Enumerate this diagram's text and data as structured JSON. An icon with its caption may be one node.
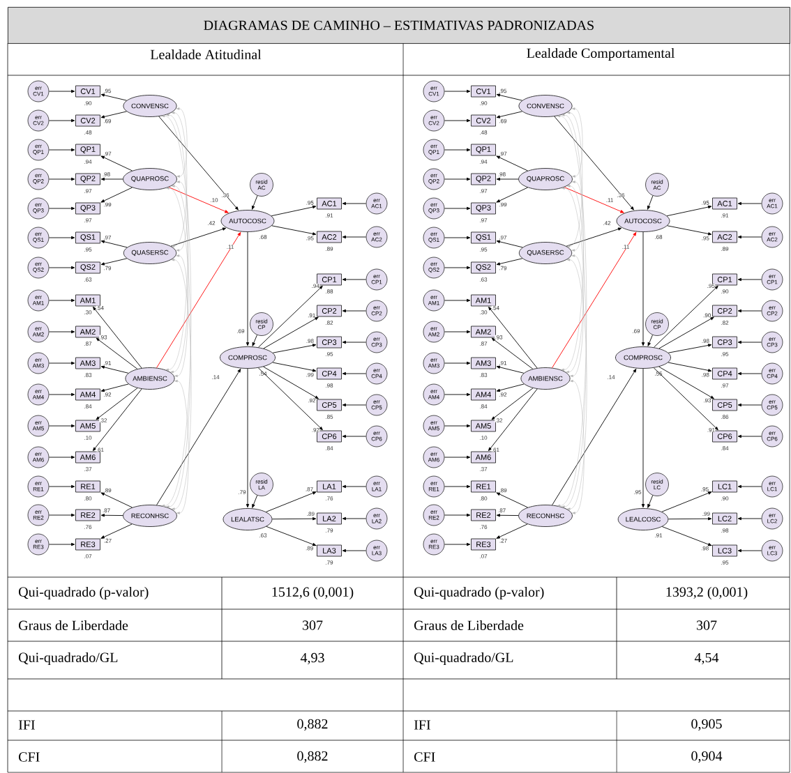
{
  "diagram": {
    "title": "DIAGRAMAS DE CAMINHO – ESTIMATIVAS PADRONIZADAS",
    "nodes": [
      {
        "text": [
          "CONVENSC"
        ]
      },
      {
        "text": [
          "QUAPROSC"
        ]
      },
      {
        "text": [
          "QUASERSC"
        ]
      },
      {
        "text": [
          "AMBIENSC"
        ]
      },
      {
        "text": [
          "RECONHSC"
        ]
      },
      {
        "text": [
          "AUTOCOSC"
        ],
        "beside": [
          ".68"
        ]
      },
      {
        "text": [
          "COMPROSC"
        ],
        "beside": [
          ".54"
        ]
      },
      {
        "text": [
          "LEALATSC"
        ],
        "beside": [
          ".63"
        ]
      },
      {
        "text": [
          "resid AC"
        ]
      },
      {
        "text": [
          "resid CP"
        ]
      },
      {
        "text": [
          "resid LA"
        ]
      },
      {
        "text": [
          "CV1"
        ],
        "beside": [
          ".90"
        ]
      },
      {
        "text": [
          "CV2"
        ],
        "beside": [
          ".48"
        ]
      },
      {
        "text": [
          "QP1"
        ],
        "beside": [
          ".94"
        ]
      },
      {
        "text": [
          "QP2"
        ],
        "beside": [
          ".97"
        ]
      },
      {
        "text": [
          "QP3"
        ],
        "beside": [
          ".97"
        ]
      },
      {
        "text": [
          "QS1"
        ],
        "beside": [
          ".95"
        ]
      },
      {
        "text": [
          "QS2"
        ],
        "beside": [
          ".63"
        ]
      },
      {
        "text": [
          "AM1"
        ],
        "beside": [
          ".30"
        ]
      },
      {
        "text": [
          "AM2"
        ],
        "beside": [
          ".87"
        ]
      },
      {
        "text": [
          "AM3"
        ],
        "beside": [
          ".83"
        ]
      },
      {
        "text": [
          "AM4"
        ],
        "beside": [
          ".84"
        ]
      },
      {
        "text": [
          "AM5"
        ],
        "beside": [
          ".10"
        ]
      },
      {
        "text": [
          "AM6"
        ],
        "beside": [
          ".37"
        ]
      },
      {
        "text": [
          "RE1"
        ],
        "beside": [
          ".80"
        ]
      },
      {
        "text": [
          "RE2"
        ],
        "beside": [
          ".76"
        ]
      },
      {
        "text": [
          "RE3"
        ],
        "beside": [
          ".07"
        ]
      },
      {
        "text": [
          "err CV1"
        ]
      },
      {
        "text": [
          "err CV2"
        ]
      },
      {
        "text": [
          "err QP1"
        ]
      },
      {
        "text": [
          "err QP2"
        ]
      },
      {
        "text": [
          "err QP3"
        ]
      },
      {
        "text": [
          "err QS1"
        ]
      },
      {
        "text": [
          "err QS2"
        ]
      },
      {
        "text": [
          "err AM1"
        ]
      },
      {
        "text": [
          "err AM2"
        ]
      },
      {
        "text": [
          "err AM3"
        ]
      },
      {
        "text": [
          "err AM4"
        ]
      },
      {
        "text": [
          "err AM5"
        ]
      },
      {
        "text": [
          "err AM6"
        ]
      },
      {
        "text": [
          "err RE1"
        ]
      },
      {
        "text": [
          "err RE2"
        ]
      },
      {
        "text": [
          "err RE3"
        ]
      },
      {
        "text": [
          "AC1"
        ],
        "beside": [
          ".91"
        ]
      },
      {
        "text": [
          "AC2"
        ],
        "beside": [
          ".89"
        ]
      },
      {
        "text": [
          "CP1"
        ],
        "beside": [
          ".88"
        ]
      },
      {
        "text": [
          "CP2"
        ],
        "beside": [
          ".82"
        ]
      },
      {
        "text": [
          "CP3"
        ],
        "beside": [
          ".95"
        ]
      },
      {
        "text": [
          "CP4"
        ],
        "beside": [
          ".98"
        ]
      },
      {
        "text": [
          "CP5"
        ],
        "beside": [
          ".85"
        ]
      },
      {
        "text": [
          "CP6"
        ],
        "beside": [
          ".84"
        ]
      },
      {
        "text": [
          "LA1"
        ],
        "beside": [
          ".76"
        ]
      },
      {
        "text": [
          "LA2"
        ],
        "beside": [
          ".79"
        ]
      },
      {
        "text": [
          "LA3"
        ],
        "beside": [
          ".79"
        ]
      },
      {
        "text": [
          "err AC1"
        ]
      },
      {
        "text": [
          "err AC2"
        ]
      },
      {
        "text": [
          "err CP1"
        ]
      },
      {
        "text": [
          "err CP2"
        ]
      },
      {
        "text": [
          "err CP3"
        ]
      },
      {
        "text": [
          "err CP4"
        ]
      },
      {
        "text": [
          "err CP5"
        ]
      },
      {
        "text": [
          "err CP6"
        ]
      },
      {
        "text": [
          "err LA1"
        ]
      },
      {
        "text": [
          "err LA2"
        ]
      },
      {
        "text": [
          "err LA3"
        ]
      },
      {
        "text": [
          "CONVENSC"
        ]
      },
      {
        "text": [
          "QUAPROSC"
        ]
      },
      {
        "text": [
          "QUASERSC"
        ]
      },
      {
        "text": [
          "AMBIENSC"
        ]
      },
      {
        "text": [
          "RECONHSC"
        ]
      },
      {
        "text": [
          "AUTOCOSC"
        ],
        "beside": [
          ".68"
        ]
      },
      {
        "text": [
          "COMPROSC"
        ],
        "beside": [
          ".55"
        ]
      },
      {
        "text": [
          "LEALCOSC"
        ],
        "beside": [
          ".91"
        ]
      },
      {
        "text": [
          "resid AC"
        ]
      },
      {
        "text": [
          "resid CP"
        ]
      },
      {
        "text": [
          "resid LC"
        ]
      },
      {
        "text": [
          "CV1"
        ],
        "beside": [
          ".90"
        ]
      },
      {
        "text": [
          "CV2"
        ],
        "beside": [
          ".48"
        ]
      },
      {
        "text": [
          "QP1"
        ],
        "beside": [
          ".94"
        ]
      },
      {
        "text": [
          "QP2"
        ],
        "beside": [
          ".97"
        ]
      },
      {
        "text": [
          "QP3"
        ],
        "beside": [
          ".97"
        ]
      },
      {
        "text": [
          "QS1"
        ],
        "beside": [
          ".95"
        ]
      },
      {
        "text": [
          "QS2"
        ],
        "beside": [
          ".63"
        ]
      },
      {
        "text": [
          "AM1"
        ],
        "beside": [
          ".30"
        ]
      },
      {
        "text": [
          "AM2"
        ],
        "beside": [
          ".87"
        ]
      },
      {
        "text": [
          "AM3"
        ],
        "beside": [
          ".83"
        ]
      },
      {
        "text": [
          "AM4"
        ],
        "beside": [
          ".84"
        ]
      },
      {
        "text": [
          "AM5"
        ],
        "beside": [
          ".10"
        ]
      },
      {
        "text": [
          "AM6"
        ],
        "beside": [
          ".37"
        ]
      },
      {
        "text": [
          "RE1"
        ],
        "beside": [
          ".80"
        ]
      },
      {
        "text": [
          "RE2"
        ],
        "beside": [
          ".76"
        ]
      },
      {
        "text": [
          "RE3"
        ],
        "beside": [
          ".07"
        ]
      },
      {
        "text": [
          "err CV1"
        ]
      },
      {
        "text": [
          "err CV2"
        ]
      },
      {
        "text": [
          "err QP1"
        ]
      },
      {
        "text": [
          "err QP2"
        ]
      },
      {
        "text": [
          "err QP3"
        ]
      },
      {
        "text": [
          "err QS1"
        ]
      },
      {
        "text": [
          "err QS2"
        ]
      },
      {
        "text": [
          "err AM1"
        ]
      },
      {
        "text": [
          "err AM2"
        ]
      },
      {
        "text": [
          "err AM3"
        ]
      },
      {
        "text": [
          "err AM4"
        ]
      },
      {
        "text": [
          "err AM5"
        ]
      },
      {
        "text": [
          "err AM6"
        ]
      },
      {
        "text": [
          "err RE1"
        ]
      },
      {
        "text": [
          "err RE2"
        ]
      },
      {
        "text": [
          "err RE3"
        ]
      },
      {
        "text": [
          "AC1"
        ],
        "beside": [
          ".91"
        ]
      },
      {
        "text": [
          "AC2"
        ],
        "beside": [
          ".89"
        ]
      },
      {
        "text": [
          "CP1"
        ],
        "beside": [
          ".90"
        ]
      },
      {
        "text": [
          "CP2"
        ],
        "beside": [
          ".82"
        ]
      },
      {
        "text": [
          "CP3"
        ],
        "beside": [
          ".95"
        ]
      },
      {
        "text": [
          "CP4"
        ],
        "beside": [
          ".97"
        ]
      },
      {
        "text": [
          "CP5"
        ],
        "beside": [
          ".86"
        ]
      },
      {
        "text": [
          "CP6"
        ],
        "beside": [
          ".84"
        ]
      },
      {
        "text": [
          "LC1"
        ],
        "beside": [
          ".90"
        ]
      },
      {
        "text": [
          "LC2"
        ],
        "beside": [
          ".98"
        ]
      },
      {
        "text": [
          "LC3"
        ],
        "beside": [
          ".95"
        ]
      },
      {
        "text": [
          "err AC1"
        ]
      },
      {
        "text": [
          "err AC2"
        ]
      },
      {
        "text": [
          "err CP1"
        ]
      },
      {
        "text": [
          "err CP2"
        ]
      },
      {
        "text": [
          "err CP3"
        ]
      },
      {
        "text": [
          "err CP4"
        ]
      },
      {
        "text": [
          "err CP5"
        ]
      },
      {
        "text": [
          "err CP6"
        ]
      },
      {
        "text": [
          "err LC1"
        ]
      },
      {
        "text": [
          "err LC2"
        ]
      },
      {
        "text": [
          "err LC3"
        ]
      }
    ],
    "edges": [
      {
        "from": 27,
        "to": 11,
        "arrow": "to"
      },
      {
        "from": 28,
        "to": 12,
        "arrow": "to"
      },
      {
        "from": 29,
        "to": 13,
        "arrow": "to"
      },
      {
        "from": 30,
        "to": 14,
        "arrow": "to"
      },
      {
        "from": 31,
        "to": 15,
        "arrow": "to"
      },
      {
        "from": 32,
        "to": 16,
        "arrow": "to"
      },
      {
        "from": 33,
        "to": 17,
        "arrow": "to"
      },
      {
        "from": 34,
        "to": 18,
        "arrow": "to"
      },
      {
        "from": 35,
        "to": 19,
        "arrow": "to"
      },
      {
        "from": 36,
        "to": 20,
        "arrow": "to"
      },
      {
        "from": 37,
        "to": 21,
        "arrow": "to"
      },
      {
        "from": 38,
        "to": 22,
        "arrow": "to"
      },
      {
        "from": 39,
        "to": 23,
        "arrow": "to"
      },
      {
        "from": 40,
        "to": 24,
        "arrow": "to"
      },
      {
        "from": 41,
        "to": 25,
        "arrow": "to"
      },
      {
        "from": 42,
        "to": 26,
        "arrow": "to"
      },
      {
        "from": 54,
        "to": 43,
        "arrow": "to"
      },
      {
        "from": 55,
        "to": 44,
        "arrow": "to"
      },
      {
        "from": 56,
        "to": 45,
        "arrow": "to"
      },
      {
        "from": 57,
        "to": 46,
        "arrow": "to"
      },
      {
        "from": 58,
        "to": 47,
        "arrow": "to"
      },
      {
        "from": 59,
        "to": 48,
        "arrow": "to"
      },
      {
        "from": 60,
        "to": 49,
        "arrow": "to"
      },
      {
        "from": 61,
        "to": 50,
        "arrow": "to"
      },
      {
        "from": 62,
        "to": 51,
        "arrow": "to"
      },
      {
        "from": 63,
        "to": 52,
        "arrow": "to"
      },
      {
        "from": 64,
        "to": 53,
        "arrow": "to"
      },
      {
        "from": 0,
        "to": 11,
        "arrow": "to",
        "label": ".95"
      },
      {
        "from": 0,
        "to": 12,
        "arrow": "to",
        "label": ".69"
      },
      {
        "from": 1,
        "to": 13,
        "arrow": "to",
        "label": ".97"
      },
      {
        "from": 1,
        "to": 14,
        "arrow": "to",
        "label": ".98"
      },
      {
        "from": 1,
        "to": 15,
        "arrow": "to",
        "label": ".99"
      },
      {
        "from": 2,
        "to": 16,
        "arrow": "to",
        "label": ".97"
      },
      {
        "from": 2,
        "to": 17,
        "arrow": "to",
        "label": ".79"
      },
      {
        "from": 3,
        "to": 18,
        "arrow": "to",
        "label": ".54"
      },
      {
        "from": 3,
        "to": 19,
        "arrow": "to",
        "label": ".93"
      },
      {
        "from": 3,
        "to": 20,
        "arrow": "to",
        "label": ".91"
      },
      {
        "from": 3,
        "to": 21,
        "arrow": "to",
        "label": ".92"
      },
      {
        "from": 3,
        "to": 22,
        "arrow": "to",
        "label": ".32"
      },
      {
        "from": 3,
        "to": 23,
        "arrow": "to",
        "label": ".61"
      },
      {
        "from": 4,
        "to": 24,
        "arrow": "to",
        "label": ".89"
      },
      {
        "from": 4,
        "to": 25,
        "arrow": "to",
        "label": ".87"
      },
      {
        "from": 4,
        "to": 26,
        "arrow": "to",
        "label": ".27"
      },
      {
        "from": 5,
        "to": 43,
        "arrow": "to",
        "label": ".95"
      },
      {
        "from": 5,
        "to": 44,
        "arrow": "to",
        "label": ".95"
      },
      {
        "from": 6,
        "to": 45,
        "arrow": "to",
        "label": ".94"
      },
      {
        "from": 6,
        "to": 46,
        "arrow": "to",
        "label": ".91"
      },
      {
        "from": 6,
        "to": 47,
        "arrow": "to",
        "label": ".98"
      },
      {
        "from": 6,
        "to": 48,
        "arrow": "to",
        "label": ".99"
      },
      {
        "from": 6,
        "to": 49,
        "arrow": "to",
        "label": ".92"
      },
      {
        "from": 6,
        "to": 50,
        "arrow": "to",
        "label": ".92"
      },
      {
        "from": 7,
        "to": 51,
        "arrow": "to",
        "label": ".87"
      },
      {
        "from": 7,
        "to": 52,
        "arrow": "to",
        "label": ".89"
      },
      {
        "from": 7,
        "to": 53,
        "arrow": "to",
        "label": ".89"
      },
      {
        "from": 8,
        "to": 5,
        "arrow": "to"
      },
      {
        "from": 9,
        "to": 6,
        "arrow": "to"
      },
      {
        "from": 10,
        "to": 7,
        "arrow": "to"
      },
      {
        "from": 0,
        "to": 5,
        "arrow": "to",
        "label": ".36"
      },
      {
        "from": 1,
        "to": 5,
        "arrow": "to",
        "label": ".10",
        "color": "#ff0000"
      },
      {
        "from": 2,
        "to": 5,
        "arrow": "to",
        "label": ".42"
      },
      {
        "from": 3,
        "to": 5,
        "arrow": "to",
        "label": ".11",
        "color": "#ff0000"
      },
      {
        "from": 5,
        "to": 6,
        "arrow": "to",
        "label": ".69"
      },
      {
        "from": 4,
        "to": 6,
        "arrow": "to",
        "label": ".14"
      },
      {
        "from": 6,
        "to": 7,
        "arrow": "to",
        "label": ".79"
      },
      {
        "from": 0,
        "to": 1,
        "arrow": "both",
        "color": "#b4b4b4"
      },
      {
        "from": 0,
        "to": 2,
        "arrow": "both",
        "color": "#b4b4b4"
      },
      {
        "from": 0,
        "to": 3,
        "arrow": "both",
        "color": "#b4b4b4"
      },
      {
        "from": 0,
        "to": 4,
        "arrow": "both",
        "color": "#b4b4b4"
      },
      {
        "from": 1,
        "to": 2,
        "arrow": "both",
        "color": "#b4b4b4"
      },
      {
        "from": 1,
        "to": 3,
        "arrow": "both",
        "color": "#b4b4b4"
      },
      {
        "from": 1,
        "to": 4,
        "arrow": "both",
        "color": "#b4b4b4"
      },
      {
        "from": 2,
        "to": 3,
        "arrow": "both",
        "color": "#b4b4b4"
      },
      {
        "from": 2,
        "to": 4,
        "arrow": "both",
        "color": "#b4b4b4"
      },
      {
        "from": 3,
        "to": 4,
        "arrow": "both",
        "color": "#b4b4b4"
      },
      {
        "from": 92,
        "to": 76,
        "arrow": "to"
      },
      {
        "from": 93,
        "to": 77,
        "arrow": "to"
      },
      {
        "from": 94,
        "to": 78,
        "arrow": "to"
      },
      {
        "from": 95,
        "to": 79,
        "arrow": "to"
      },
      {
        "from": 96,
        "to": 80,
        "arrow": "to"
      },
      {
        "from": 97,
        "to": 81,
        "arrow": "to"
      },
      {
        "from": 98,
        "to": 82,
        "arrow": "to"
      },
      {
        "from": 99,
        "to": 83,
        "arrow": "to"
      },
      {
        "from": 100,
        "to": 84,
        "arrow": "to"
      },
      {
        "from": 101,
        "to": 85,
        "arrow": "to"
      },
      {
        "from": 102,
        "to": 86,
        "arrow": "to"
      },
      {
        "from": 103,
        "to": 87,
        "arrow": "to"
      },
      {
        "from": 104,
        "to": 88,
        "arrow": "to"
      },
      {
        "from": 105,
        "to": 89,
        "arrow": "to"
      },
      {
        "from": 106,
        "to": 90,
        "arrow": "to"
      },
      {
        "from": 107,
        "to": 91,
        "arrow": "to"
      },
      {
        "from": 119,
        "to": 108,
        "arrow": "to"
      },
      {
        "from": 120,
        "to": 109,
        "arrow": "to"
      },
      {
        "from": 121,
        "to": 110,
        "arrow": "to"
      },
      {
        "from": 122,
        "to": 111,
        "arrow": "to"
      },
      {
        "from": 123,
        "to": 112,
        "arrow": "to"
      },
      {
        "from": 124,
        "to": 113,
        "arrow": "to"
      },
      {
        "from": 125,
        "to": 114,
        "arrow": "to"
      },
      {
        "from": 126,
        "to": 115,
        "arrow": "to"
      },
      {
        "from": 127,
        "to": 116,
        "arrow": "to"
      },
      {
        "from": 128,
        "to": 117,
        "arrow": "to"
      },
      {
        "from": 129,
        "to": 118,
        "arrow": "to"
      },
      {
        "from": 65,
        "to": 76,
        "arrow": "to",
        "label": ".95"
      },
      {
        "from": 65,
        "to": 77,
        "arrow": "to",
        "label": ".69"
      },
      {
        "from": 66,
        "to": 78,
        "arrow": "to",
        "label": ".97"
      },
      {
        "from": 66,
        "to": 79,
        "arrow": "to",
        "label": ".98"
      },
      {
        "from": 66,
        "to": 80,
        "arrow": "to",
        "label": ".99"
      },
      {
        "from": 67,
        "to": 81,
        "arrow": "to",
        "label": ".97"
      },
      {
        "from": 67,
        "to": 82,
        "arrow": "to",
        "label": ".79"
      },
      {
        "from": 68,
        "to": 83,
        "arrow": "to",
        "label": ".54"
      },
      {
        "from": 68,
        "to": 84,
        "arrow": "to",
        "label": ".93"
      },
      {
        "from": 68,
        "to": 85,
        "arrow": "to",
        "label": ".91"
      },
      {
        "from": 68,
        "to": 86,
        "arrow": "to",
        "label": ".92"
      },
      {
        "from": 68,
        "to": 87,
        "arrow": "to",
        "label": ".32"
      },
      {
        "from": 68,
        "to": 88,
        "arrow": "to",
        "label": ".61"
      },
      {
        "from": 69,
        "to": 89,
        "arrow": "to",
        "label": ".89"
      },
      {
        "from": 69,
        "to": 90,
        "arrow": "to",
        "label": ".87"
      },
      {
        "from": 69,
        "to": 91,
        "arrow": "to",
        "label": ".27"
      },
      {
        "from": 70,
        "to": 108,
        "arrow": "to",
        "label": ".95"
      },
      {
        "from": 70,
        "to": 109,
        "arrow": "to",
        "label": ".95"
      },
      {
        "from": 71,
        "to": 110,
        "arrow": "to",
        "label": ".95"
      },
      {
        "from": 71,
        "to": 111,
        "arrow": "to",
        "label": ".90"
      },
      {
        "from": 71,
        "to": 112,
        "arrow": "to",
        "label": ".98"
      },
      {
        "from": 71,
        "to": 113,
        "arrow": "to",
        "label": ".98"
      },
      {
        "from": 71,
        "to": 114,
        "arrow": "to",
        "label": ".93"
      },
      {
        "from": 71,
        "to": 115,
        "arrow": "to",
        "label": ".91"
      },
      {
        "from": 72,
        "to": 116,
        "arrow": "to",
        "label": ".95"
      },
      {
        "from": 72,
        "to": 117,
        "arrow": "to",
        "label": ".99"
      },
      {
        "from": 72,
        "to": 118,
        "arrow": "to",
        "label": ".98"
      },
      {
        "from": 73,
        "to": 70,
        "arrow": "to"
      },
      {
        "from": 74,
        "to": 71,
        "arrow": "to"
      },
      {
        "from": 75,
        "to": 72,
        "arrow": "to"
      },
      {
        "from": 65,
        "to": 70,
        "arrow": "to",
        "label": ".36"
      },
      {
        "from": 66,
        "to": 70,
        "arrow": "to",
        "label": ".11",
        "color": "#ff0000"
      },
      {
        "from": 67,
        "to": 70,
        "arrow": "to",
        "label": ".42"
      },
      {
        "from": 68,
        "to": 70,
        "arrow": "to",
        "label": ".11",
        "color": "#ff0000"
      },
      {
        "from": 70,
        "to": 71,
        "arrow": "to",
        "label": ".69"
      },
      {
        "from": 69,
        "to": 71,
        "arrow": "to",
        "label": ".14"
      },
      {
        "from": 71,
        "to": 72,
        "arrow": "to",
        "label": ".95"
      },
      {
        "from": 65,
        "to": 66,
        "arrow": "both",
        "color": "#b4b4b4"
      },
      {
        "from": 65,
        "to": 67,
        "arrow": "both",
        "color": "#b4b4b4"
      },
      {
        "from": 65,
        "to": 68,
        "arrow": "both",
        "color": "#b4b4b4"
      },
      {
        "from": 65,
        "to": 69,
        "arrow": "both",
        "color": "#b4b4b4"
      },
      {
        "from": 66,
        "to": 67,
        "arrow": "both",
        "color": "#b4b4b4"
      },
      {
        "from": 66,
        "to": 68,
        "arrow": "both",
        "color": "#b4b4b4"
      },
      {
        "from": 66,
        "to": 69,
        "arrow": "both",
        "color": "#b4b4b4"
      },
      {
        "from": 67,
        "to": 68,
        "arrow": "both",
        "color": "#b4b4b4"
      },
      {
        "from": 67,
        "to": 69,
        "arrow": "both",
        "color": "#b4b4b4"
      },
      {
        "from": 68,
        "to": 69,
        "arrow": "both",
        "color": "#b4b4b4"
      }
    ],
    "labels": [
      "Lealdade Atitudinal",
      "Lealdade Comportamental",
      "Qui-quadrado (p-valor)",
      "1512,6 (0,001)",
      "Qui-quadrado (p-valor)",
      "1393,2 (0,001)",
      "Graus de Liberdade",
      "307",
      "Graus de Liberdade",
      "307",
      "Qui-quadrado/GL",
      "4,93",
      "Qui-quadrado/GL",
      "4,54",
      "IFI",
      "0,882",
      "IFI",
      "0,905",
      "CFI",
      "0,882",
      "CFI",
      "0,904"
    ]
  }
}
